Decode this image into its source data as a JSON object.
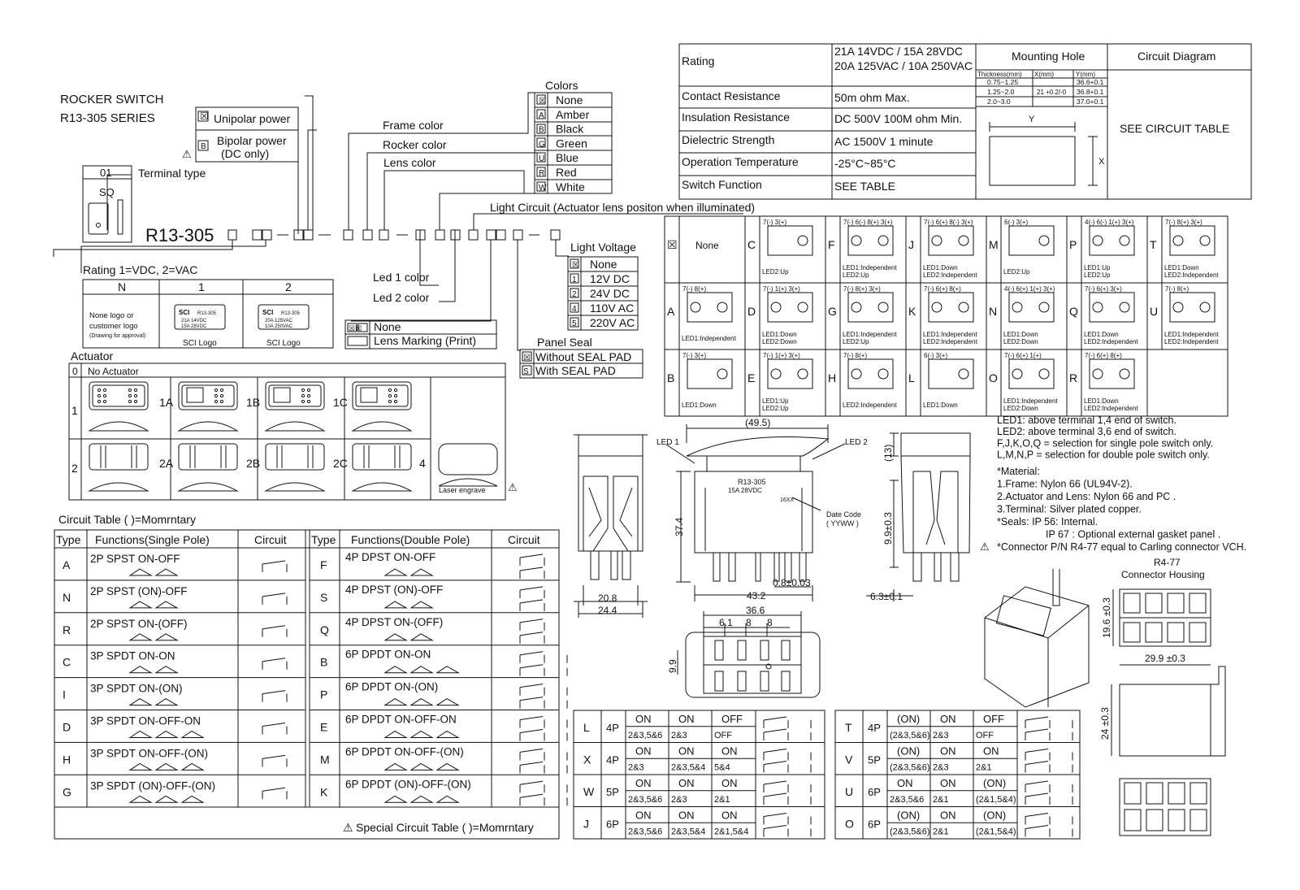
{
  "title": [
    "ROCKER SWITCH",
    "R13-305 SERIES"
  ],
  "part_number": "R13-305",
  "unipolar": {
    "code": "☒",
    "label": "Unipolar power"
  },
  "bipolar": {
    "code": "B",
    "label": [
      "Bipolar power",
      "(DC only)"
    ]
  },
  "terminal": {
    "code": "01",
    "label": "Terminal type",
    "type": "SQ"
  },
  "colors": {
    "title": "Colors",
    "items": [
      {
        "code": "☒",
        "name": "None"
      },
      {
        "code": "A",
        "name": "Amber"
      },
      {
        "code": "B",
        "name": "Black"
      },
      {
        "code": "G",
        "name": "Green"
      },
      {
        "code": "U",
        "name": "Blue"
      },
      {
        "code": "R",
        "name": "Red"
      },
      {
        "code": "W",
        "name": "White"
      }
    ]
  },
  "code_labels": {
    "frame": "Frame color",
    "rocker": "Rocker color",
    "lens": "Lens color",
    "light_circuit": "Light Circuit (Actuator lens positon when illuminated)",
    "led1": "Led 1 color",
    "led2": "Led 2 color"
  },
  "light_voltage": {
    "title": "Light Voltage",
    "items": [
      {
        "code": "☒",
        "name": "None"
      },
      {
        "code": "1",
        "name": "12V DC"
      },
      {
        "code": "2",
        "name": "24V DC"
      },
      {
        "code": "4",
        "name": "110V AC"
      },
      {
        "code": "5",
        "name": "220V AC"
      }
    ]
  },
  "panel_seal": {
    "title": "Panel Seal",
    "items": [
      {
        "code": "☒",
        "name": "Without SEAL PAD"
      },
      {
        "code": "S",
        "name": "With SEAL PAD"
      }
    ]
  },
  "lens_marking": {
    "items": [
      {
        "code": "☒☒",
        "name": "None"
      },
      {
        "code": "",
        "name": "Lens Marking (Print)"
      }
    ]
  },
  "rating_option": {
    "title": "Rating    1=VDC, 2=VAC",
    "headers": [
      "N",
      "1",
      "2"
    ],
    "n_text": [
      "None logo or",
      "customer logo",
      "(Drawing for approval)"
    ],
    "logo_brand": "SCI",
    "logo_model": "R13-305",
    "logo1": [
      "21A 14VDC",
      "15A 28VDC"
    ],
    "logo2": [
      "20A 125VAC",
      "10A 250VAC"
    ],
    "caption": "SCI Logo"
  },
  "actuator": {
    "title": "Actuator",
    "none": {
      "code": "0",
      "label": "No  Actuator"
    },
    "row1": [
      "1",
      "1A",
      "1B",
      "1C"
    ],
    "row2": [
      "2",
      "2A",
      "2B",
      "2C",
      "4"
    ],
    "laser": "Laser engrave"
  },
  "specs": {
    "rows": [
      {
        "label": "Rating",
        "value": [
          "21A 14VDC / 15A 28VDC",
          "20A 125VAC / 10A 250VAC"
        ]
      },
      {
        "label": "Contact Resistance",
        "value": [
          "50m ohm Max."
        ]
      },
      {
        "label": "Insulation Resistance",
        "value": [
          "DC 500V 100M ohm Min."
        ]
      },
      {
        "label": "Dielectric Strength",
        "value": [
          "AC 1500V 1 minute"
        ]
      },
      {
        "label": "Operation Temperature",
        "value": [
          "-25°C~85°C"
        ]
      },
      {
        "label": "Switch Function",
        "value": [
          "SEE TABLE"
        ]
      }
    ],
    "mounting_title": "Mounting Hole",
    "mounting_headers": [
      "Thickness(mm)",
      "X(mm)",
      "Y(mm)"
    ],
    "mounting_rows": [
      [
        "0.75~1.25",
        "",
        "36.6+0.1"
      ],
      [
        "1.25~2.0",
        "21 +0.2/-0",
        "36.8+0.1"
      ],
      [
        "2.0~3.0",
        "",
        "37.0+0.1"
      ]
    ],
    "x_label": "X",
    "y_label": "Y",
    "circuit_title": "Circuit Diagram",
    "circuit_value": "SEE    CIRCUIT TABLE"
  },
  "light_circuits": [
    {
      "code": "☒",
      "term": "",
      "lines": []
    },
    {
      "code": "C",
      "term": "7(-)  3(+)",
      "lines": [
        "LED2:Up"
      ]
    },
    {
      "code": "F",
      "term": "7(-) 6(-) 8(+) 3(+)",
      "lines": [
        "LED1:Independent",
        "LED2:Up"
      ]
    },
    {
      "code": "J",
      "term": "7(-) 6(+) 8(-) 3(+)",
      "lines": [
        "LED1:Down",
        "LED2:Independent"
      ]
    },
    {
      "code": "M",
      "term": "6(-) 3(+)",
      "lines": [
        "LED2:Up"
      ]
    },
    {
      "code": "P",
      "term": "4(-) 6(-) 1(+) 3(+)",
      "lines": [
        "LED1:Up",
        "LED2:Up"
      ]
    },
    {
      "code": "T",
      "term": "7(-) 8(+) 3(+)",
      "lines": [
        "LED1:Down",
        "LED2:Independent"
      ]
    },
    {
      "code": "A",
      "term": "7(-) 8(+)",
      "lines": [
        "LED1:Independent"
      ]
    },
    {
      "code": "D",
      "term": "7(-) 1(+) 3(+)",
      "lines": [
        "LED1:Down",
        "LED2:Down"
      ]
    },
    {
      "code": "G",
      "term": "7(-) 8(+) 3(+)",
      "lines": [
        "LED1:Independent",
        "LED2:Up"
      ]
    },
    {
      "code": "K",
      "term": "7(-) 6(+) 8(+)",
      "lines": [
        "LED1:Independent",
        "LED2:Independent"
      ]
    },
    {
      "code": "N",
      "term": "4(-) 6(+) 1(+) 3(+)",
      "lines": [
        "LED1:Down",
        "LED2:Down"
      ]
    },
    {
      "code": "Q",
      "term": "7(-) 6(+) 3(+)",
      "lines": [
        "LED1:Down",
        "LED2:Independent"
      ]
    },
    {
      "code": "U",
      "term": "7(-) 8(+)",
      "lines": [
        "LED1:Independent",
        "LED2:Independent"
      ]
    },
    {
      "code": "B",
      "term": "7(-) 3(+)",
      "lines": [
        "LED1:Down"
      ]
    },
    {
      "code": "E",
      "term": "7(-) 1(+) 3(+)",
      "lines": [
        "LED1:Up",
        "LED2:Up"
      ]
    },
    {
      "code": "H",
      "term": "7(-) 8(+)",
      "lines": [
        "LED2:Independent"
      ]
    },
    {
      "code": "L",
      "term": "6(-) 3(+)",
      "lines": [
        "LED1:Down"
      ]
    },
    {
      "code": "O",
      "term": "7(-) 6(+) 1(+)",
      "lines": [
        "LED1:Independent",
        "LED2:Down"
      ]
    },
    {
      "code": "R",
      "term": "7(-) 6(+) 8(+)",
      "lines": [
        "LED1:Down",
        "LED2:Independent"
      ]
    }
  ],
  "notes": {
    "led": [
      "LED1: above terminal 1,4 end of switch.",
      "LED2: above terminal 3,6 end of switch.",
      "F,J,K,O,Q = selection for single pole switch only.",
      "L,M,N,P = selection for double pole switch only."
    ],
    "material": [
      "*Material:",
      "1.Frame: Nylon 66 (UL94V-2).",
      "2.Actuator and Lens: Nylon 66 and PC .",
      "3.Terminal: Silver plated copper.",
      "*Seals:  IP 56: Internal.",
      "IP 67 : Optional external gasket panel .",
      "*Connector P/N R4-77 equal to Carling connector VCH."
    ]
  },
  "dimensions": {
    "top_width": "(49.5)",
    "led1": "LED 1",
    "led2": "LED 2",
    "logo_text": "R13-305",
    "logo_rating": "15A 28VDC",
    "date_code": "16XX",
    "date_label": [
      "Date Code",
      "( YYWW )"
    ],
    "height": "37.4",
    "side_height": "9.9±0.3",
    "top_13": "(13)",
    "w_20": "20.8",
    "w_24": "24.4",
    "w_43": "43.2",
    "w_08": "0.8±0.03",
    "w_63": "6.3±0.1",
    "w_366": "36.6",
    "w_61": "6.1",
    "w_8a": "8",
    "w_8b": "8",
    "h_99": "9.9"
  },
  "connector": {
    "title": [
      "R4-77",
      "Connector Housing"
    ],
    "d1": "19.6 ±0.3",
    "d2": "29.9 ±0.3",
    "d3": "24 ±0.3"
  },
  "circuit_table": {
    "title": "Circuit Table     ( )=Momrntary",
    "headers_sp": [
      "Type",
      "Functions(Single Pole)",
      "Circuit"
    ],
    "headers_dp": [
      "Type",
      "Functions(Double Pole)",
      "Circuit"
    ],
    "single": [
      {
        "type": "A",
        "func": "2P SPST ON-OFF"
      },
      {
        "type": "N",
        "func": "2P SPST (ON)-OFF"
      },
      {
        "type": "R",
        "func": "2P SPST ON-(OFF)"
      },
      {
        "type": "C",
        "func": "3P SPDT ON-ON"
      },
      {
        "type": "I",
        "func": "3P SPDT ON-(ON)"
      },
      {
        "type": "D",
        "func": "3P SPDT ON-OFF-ON"
      },
      {
        "type": "H",
        "func": "3P SPDT ON-OFF-(ON)"
      },
      {
        "type": "G",
        "func": "3P SPDT (ON)-OFF-(ON)"
      }
    ],
    "double": [
      {
        "type": "F",
        "func": "4P DPST ON-OFF"
      },
      {
        "type": "S",
        "func": "4P DPST (ON)-OFF"
      },
      {
        "type": "Q",
        "func": "4P DPST ON-(OFF)"
      },
      {
        "type": "B",
        "func": "6P DPDT ON-ON"
      },
      {
        "type": "P",
        "func": "6P DPDT ON-(ON)"
      },
      {
        "type": "E",
        "func": "6P DPDT ON-OFF-ON"
      },
      {
        "type": "M",
        "func": "6P DPDT ON-OFF-(ON)"
      },
      {
        "type": "K",
        "func": "6P DPDT (ON)-OFF-(ON)"
      }
    ],
    "footer": "Special Circuit Table     ( )=Momrntary"
  },
  "special_table": [
    {
      "type": "L",
      "pins": "4P",
      "pos": [
        "ON",
        "ON",
        "OFF"
      ],
      "conn": [
        "2&3,5&6",
        "2&3",
        "OFF"
      ]
    },
    {
      "type": "X",
      "pins": "4P",
      "pos": [
        "ON",
        "ON",
        "ON"
      ],
      "conn": [
        "2&3",
        "2&3,5&4",
        "5&4"
      ]
    },
    {
      "type": "W",
      "pins": "5P",
      "pos": [
        "ON",
        "ON",
        "ON"
      ],
      "conn": [
        "2&3,5&6",
        "2&3",
        "2&1"
      ]
    },
    {
      "type": "J",
      "pins": "6P",
      "pos": [
        "ON",
        "ON",
        "ON"
      ],
      "conn": [
        "2&3,5&6",
        "2&3,5&4",
        "2&1,5&4"
      ]
    },
    {
      "type": "T",
      "pins": "4P",
      "pos": [
        "(ON)",
        "ON",
        "OFF"
      ],
      "conn": [
        "(2&3,5&6)",
        "2&3",
        "OFF"
      ]
    },
    {
      "type": "V",
      "pins": "5P",
      "pos": [
        "(ON)",
        "ON",
        "ON"
      ],
      "conn": [
        "(2&3,5&6)",
        "2&3",
        "2&1"
      ]
    },
    {
      "type": "U",
      "pins": "6P",
      "pos": [
        "ON",
        "ON",
        "(ON)"
      ],
      "conn": [
        "2&3,5&6",
        "2&1",
        "(2&1,5&4)"
      ]
    },
    {
      "type": "O",
      "pins": "6P",
      "pos": [
        "(ON)",
        "ON",
        "(ON)"
      ],
      "conn": [
        "(2&3,5&6)",
        "2&1",
        "(2&1,5&4)"
      ]
    }
  ]
}
